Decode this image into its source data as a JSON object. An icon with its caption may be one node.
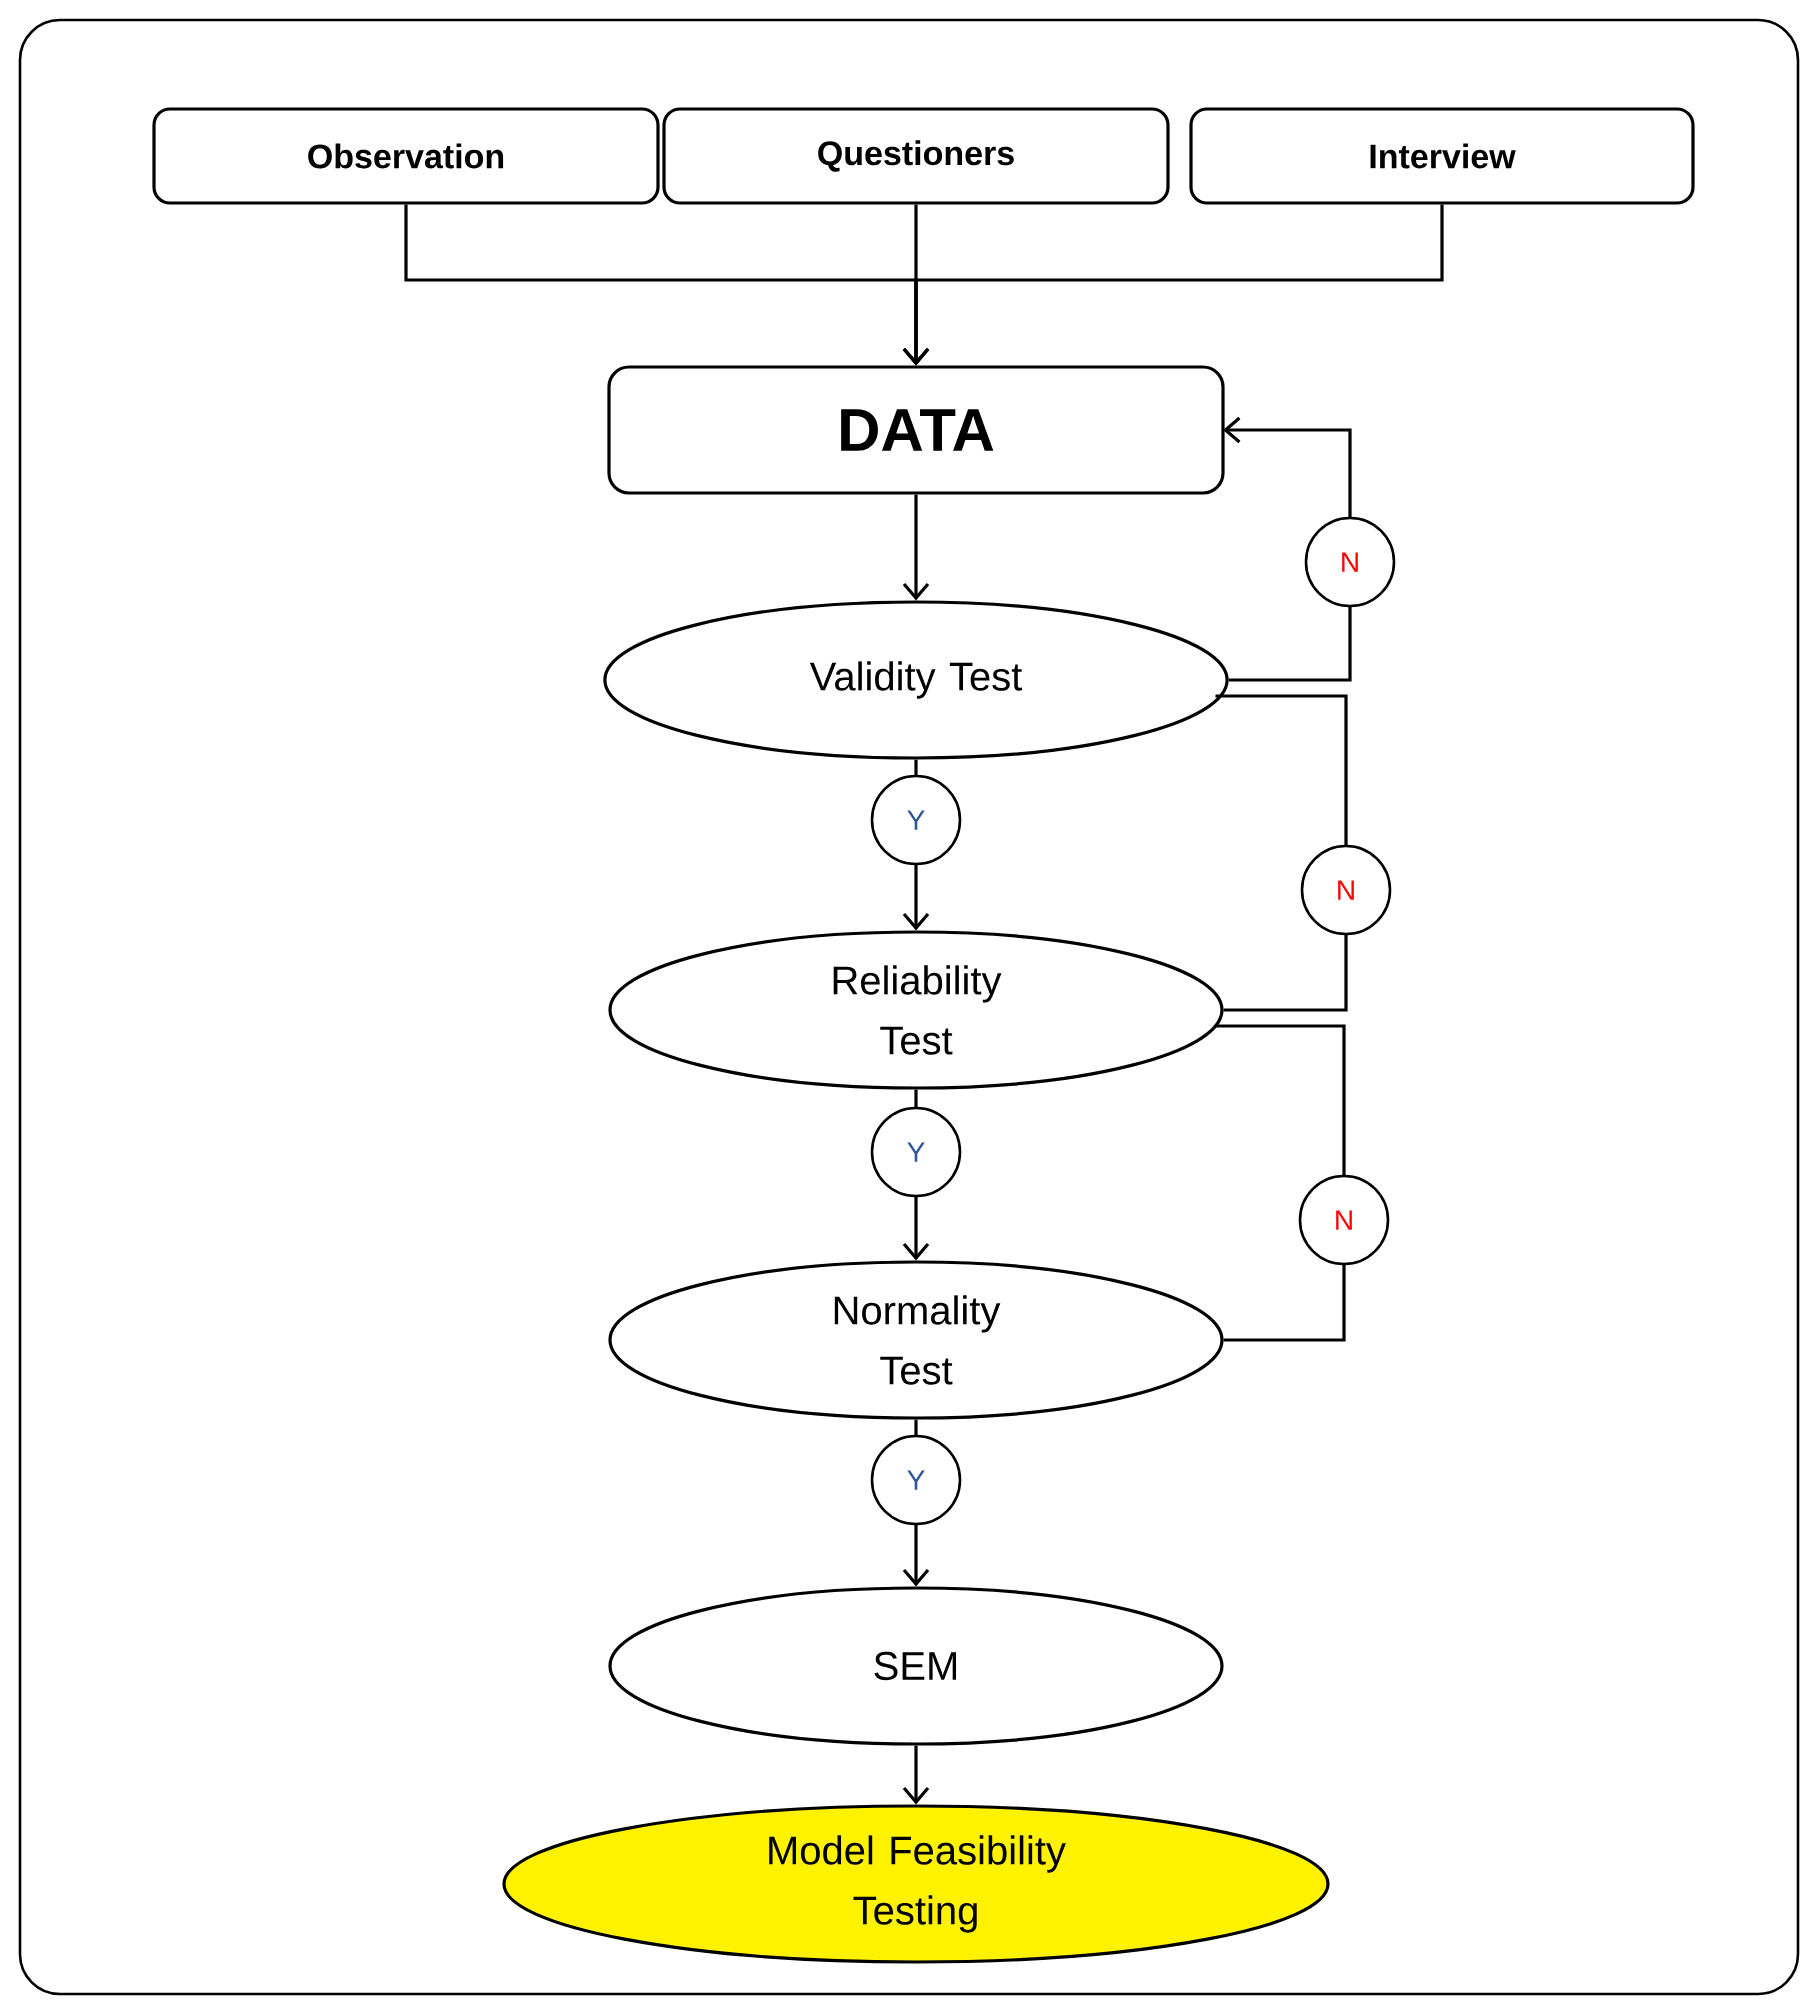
{
  "diagram": {
    "nodes": [
      {
        "text": [
          "Observation"
        ]
      },
      {
        "text": [
          "Questioners"
        ]
      },
      {
        "text": [
          "Interview"
        ]
      },
      {
        "text": [
          "DATA"
        ]
      },
      {
        "text": [
          "Validity Test"
        ]
      },
      {
        "text": [
          "Reliability Test"
        ]
      },
      {
        "text": [
          "Normality Test"
        ]
      },
      {
        "text": [
          "SEM"
        ]
      },
      {
        "text": [
          "Model Feasibility Testing"
        ]
      }
    ],
    "edges": [
      {
        "from": 0,
        "to": 3,
        "arrow": "to"
      },
      {
        "from": 1,
        "to": 3,
        "arrow": "to"
      },
      {
        "from": 2,
        "to": 3,
        "arrow": "to"
      },
      {
        "from": 3,
        "to": 4,
        "arrow": "to"
      },
      {
        "from": 4,
        "to": 5,
        "arrow": "to",
        "label": "Y"
      },
      {
        "from": 5,
        "to": 6,
        "arrow": "to",
        "label": "Y"
      },
      {
        "from": 6,
        "to": 7,
        "arrow": "to",
        "label": "Y"
      },
      {
        "from": 7,
        "to": 8,
        "arrow": "to"
      },
      {
        "from": 4,
        "to": 3,
        "arrow": "to",
        "label": "N"
      },
      {
        "from": 5,
        "to": 4,
        "arrow": "none",
        "label": "N"
      },
      {
        "from": 6,
        "to": 5,
        "arrow": "none",
        "label": "N"
      }
    ]
  }
}
